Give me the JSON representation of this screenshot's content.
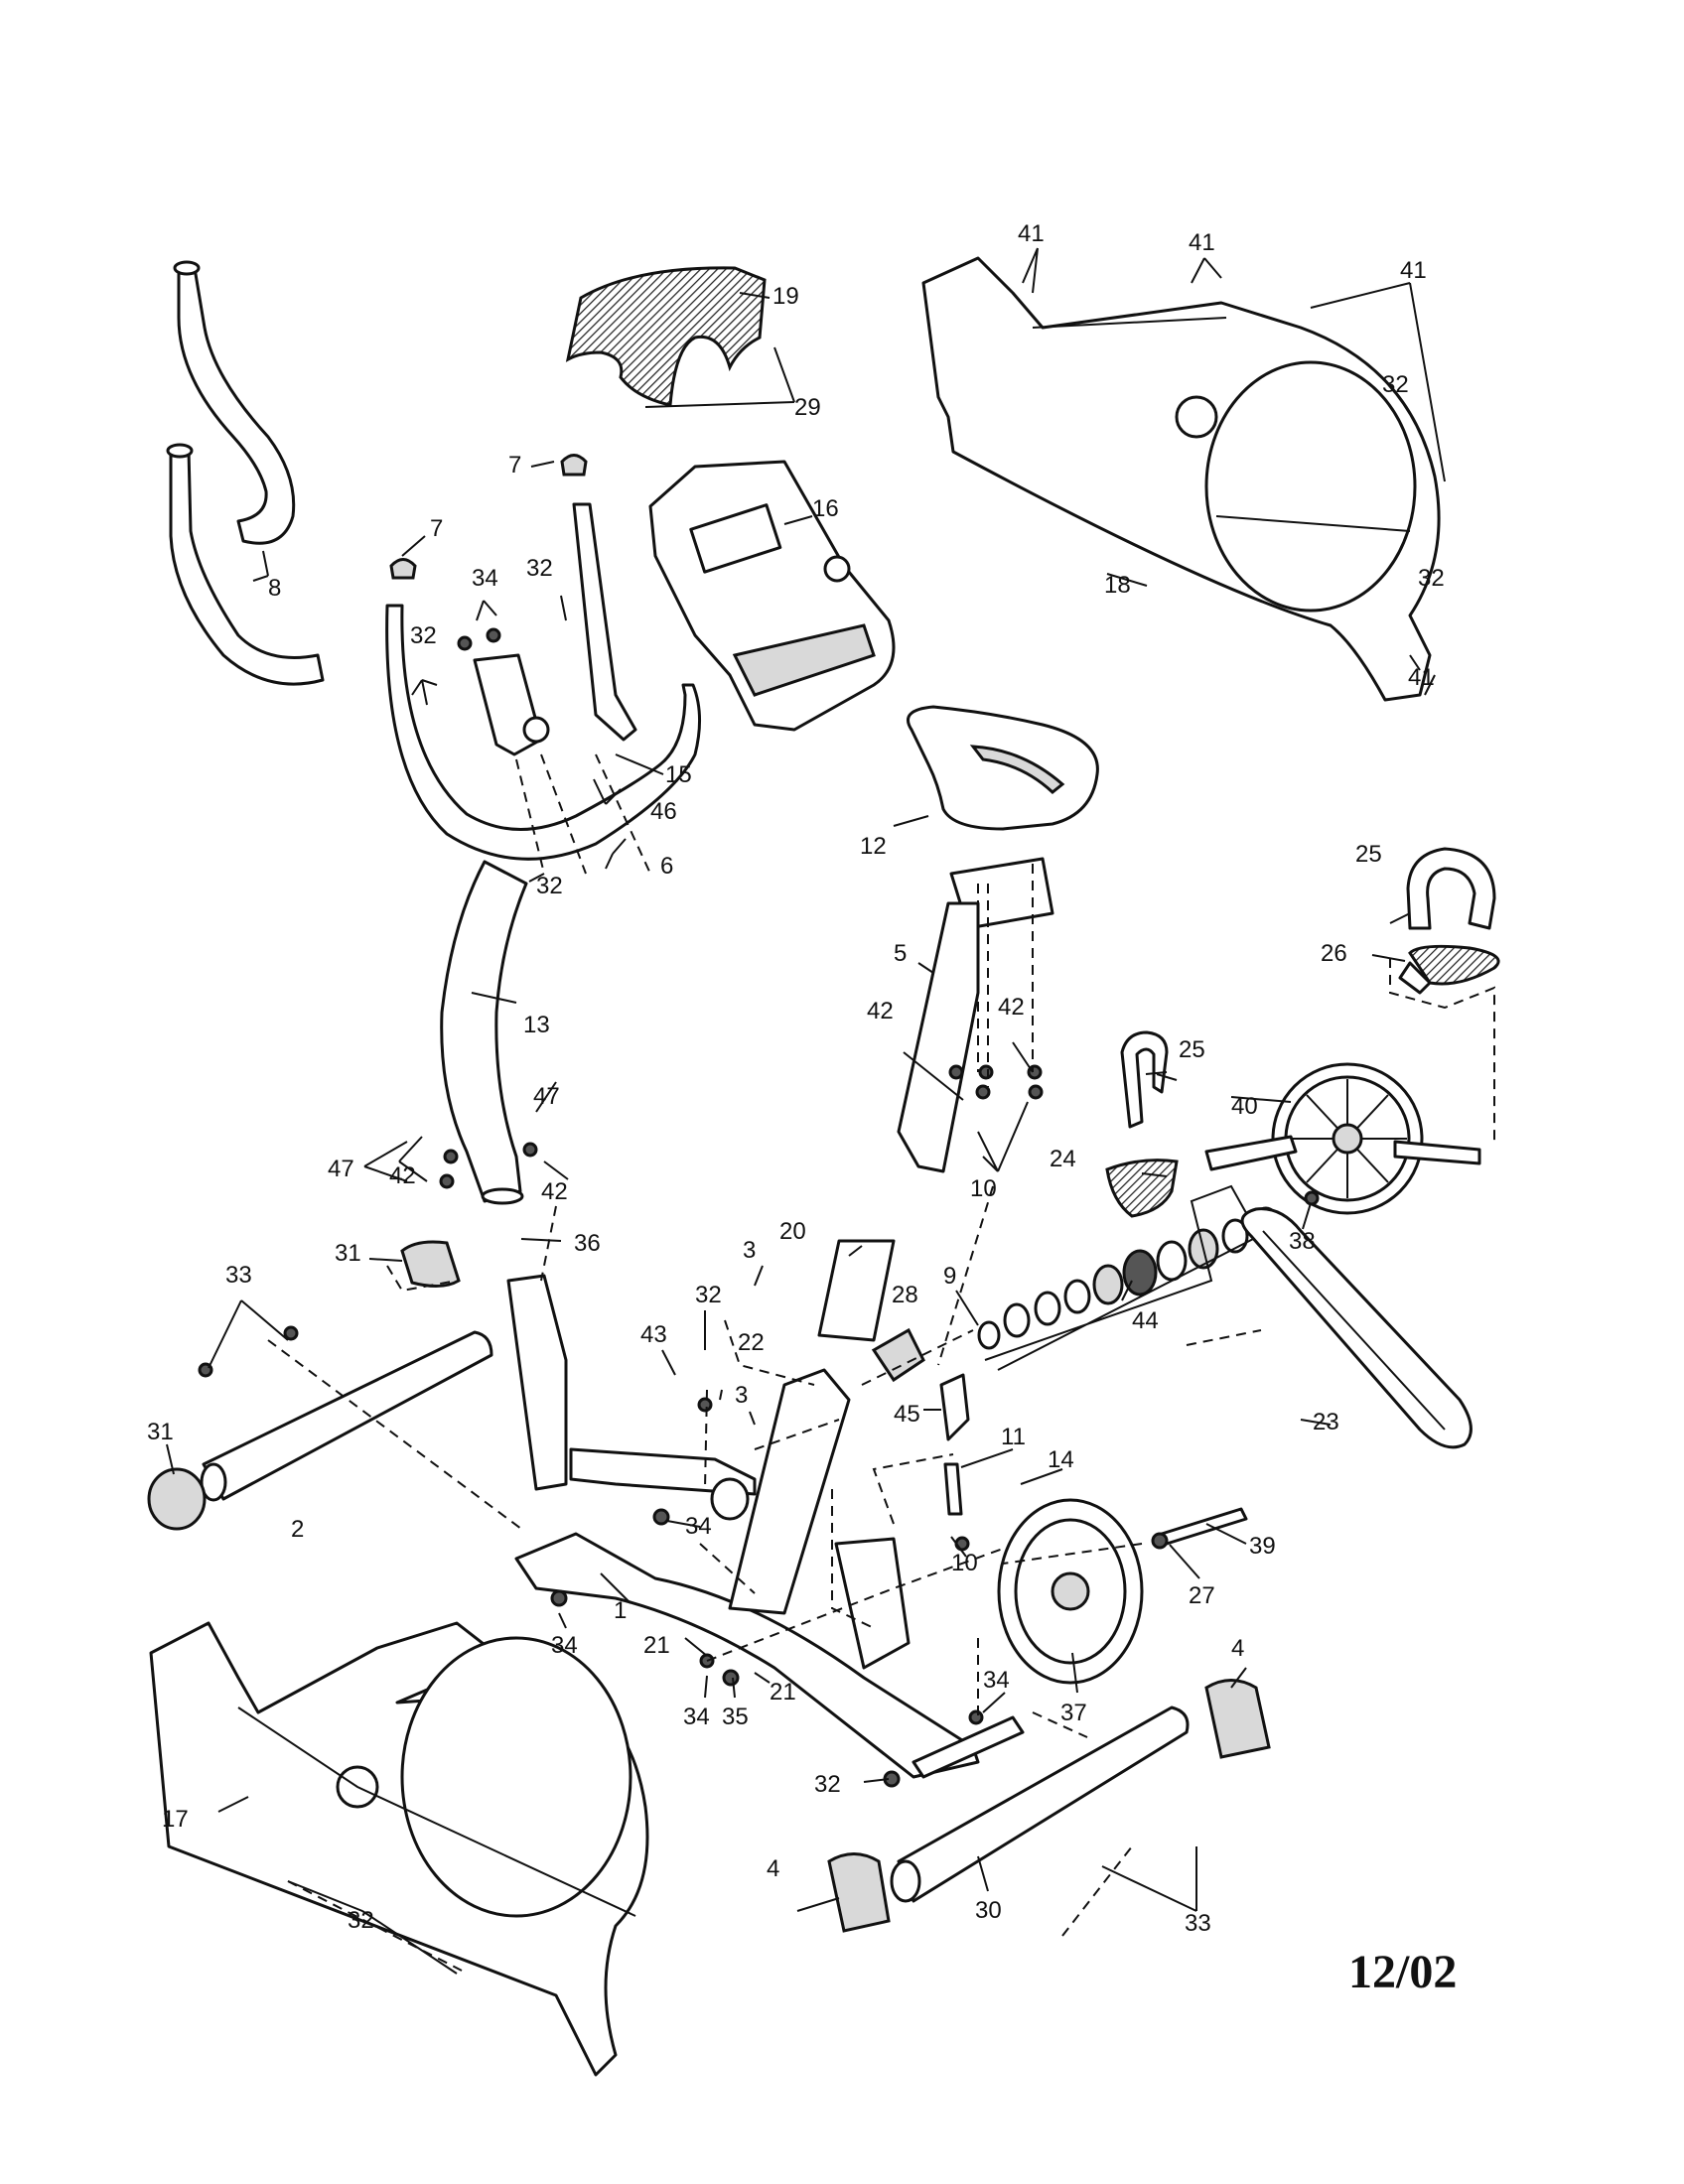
{
  "diagram": {
    "date_code": "12/02",
    "callouts": [
      "41",
      "41",
      "41",
      "19",
      "29",
      "32",
      "32",
      "7",
      "7",
      "16",
      "8",
      "34",
      "32",
      "32",
      "15",
      "18",
      "41",
      "46",
      "6",
      "32",
      "12",
      "25",
      "26",
      "5",
      "42",
      "42",
      "25",
      "13",
      "40",
      "47",
      "47",
      "42",
      "42",
      "24",
      "10",
      "38",
      "31",
      "36",
      "20",
      "3",
      "9",
      "32",
      "28",
      "44",
      "33",
      "43",
      "22",
      "3",
      "45",
      "11",
      "31",
      "23",
      "14",
      "2",
      "34",
      "10",
      "39",
      "27",
      "1",
      "34",
      "21",
      "4",
      "34",
      "21",
      "35",
      "37",
      "34",
      "17",
      "32",
      "4",
      "30",
      "33"
    ]
  }
}
